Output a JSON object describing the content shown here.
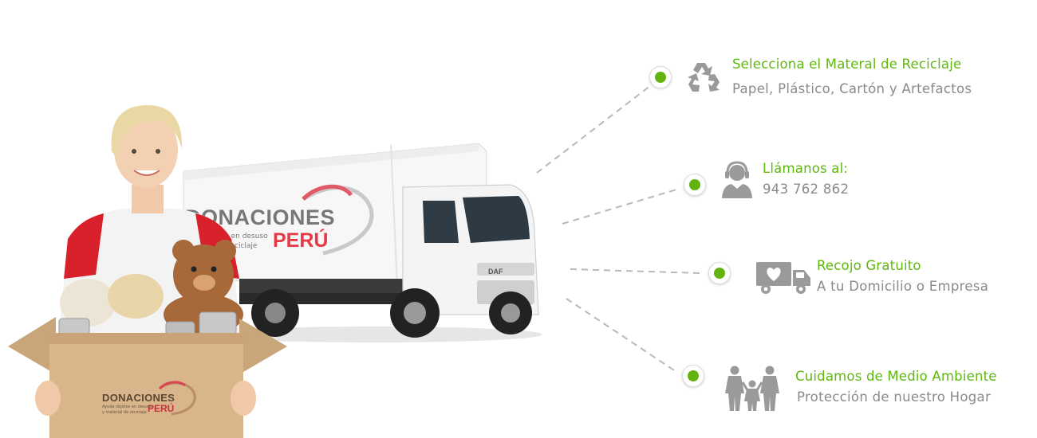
{
  "truck": {
    "brand_name": "DONACIONES",
    "brand_country": "PERÚ",
    "brand_tagline_1": "...os en desuso",
    "brand_tagline_2": "...e reciclaje",
    "cab_badge": "DAF"
  },
  "box": {
    "brand_name": "DONACIONES",
    "brand_country": "PERÚ",
    "tagline_1": "Ayuda objetos en desuso",
    "tagline_2": "y material de reciclaje"
  },
  "features": [
    {
      "title": "Selecciona el Materal de Reciclaje",
      "subtitle": "Papel, Plástico, Cartón y Artefactos",
      "icon": "recycle-icon"
    },
    {
      "title": "Llámanos al:",
      "subtitle": "943 762 862",
      "icon": "headset-agent-icon"
    },
    {
      "title": "Recojo Gratuito",
      "subtitle": "A tu Domicilio o Empresa",
      "icon": "delivery-truck-icon"
    },
    {
      "title": "Cuidamos de Medio Ambiente",
      "subtitle": "Protección de nuestro Hogar",
      "icon": "family-icon"
    }
  ],
  "colors": {
    "accent_green": "#62b30f",
    "text_gray": "#8a8a8a",
    "icon_gray": "#9a9a9a",
    "brand_red": "#e63946",
    "line_gray": "#b8b8b8"
  }
}
